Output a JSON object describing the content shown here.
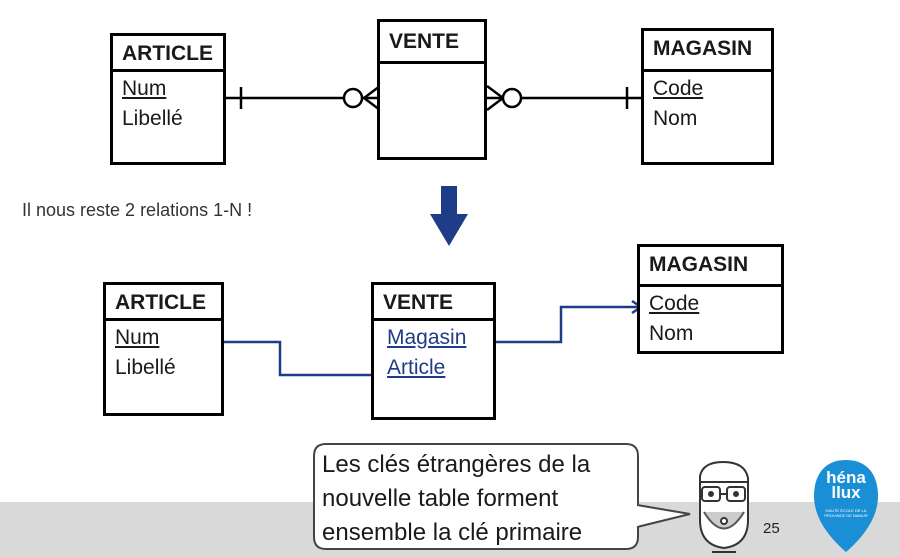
{
  "top": {
    "article": {
      "name": "ARTICLE",
      "attrs": [
        "Num",
        "Libellé"
      ]
    },
    "vente": {
      "name": "VENTE"
    },
    "magasin": {
      "name": "MAGASIN",
      "attrs": [
        "Code",
        "Nom"
      ]
    }
  },
  "note": "Il nous reste 2 relations 1-N !",
  "bottom": {
    "article": {
      "name": "ARTICLE",
      "attrs": [
        "Num",
        "Libellé"
      ]
    },
    "vente": {
      "name": "VENTE",
      "attrs": [
        "Magasin",
        "Article"
      ]
    },
    "magasin": {
      "name": "MAGASIN",
      "attrs": [
        "Code",
        "Nom"
      ]
    }
  },
  "bubble": {
    "lines": [
      "Les clés étrangères de la",
      "nouvelle table forment",
      "ensemble la clé primaire"
    ]
  },
  "page_number": "25",
  "logo": {
    "line1": "héna",
    "line2": "llux",
    "sub": "HAUTE ÉCOLE DE LA PROVINCE DE NAMUR"
  },
  "colors": {
    "arrow": "#1f3c88",
    "fk": "#1f3c88",
    "logo": "#1a8fd6",
    "footer": "#d9d9d9"
  }
}
